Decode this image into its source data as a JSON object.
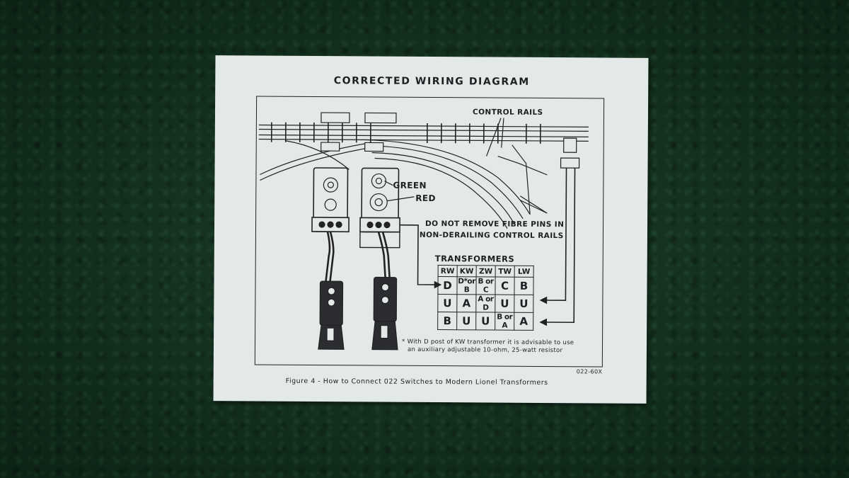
{
  "diagram": {
    "title": "CORRECTED WIRING DIAGRAM",
    "labels": {
      "control_rails": "CONTROL RAILS",
      "green": "GREEN",
      "red": "RED",
      "warning_line1": "DO NOT REMOVE FIBRE PINS IN",
      "warning_line2": "NON-DERAILING CONTROL RAILS"
    },
    "transformers": {
      "title": "TRANSFORMERS",
      "headers": [
        "RW",
        "KW",
        "ZW",
        "TW",
        "LW"
      ],
      "rows": [
        [
          "D",
          "D*or B",
          "B or C",
          "C",
          "B"
        ],
        [
          "U",
          "A",
          "A or D",
          "U",
          "U"
        ],
        [
          "B",
          "U",
          "U",
          "B or A",
          "A"
        ]
      ]
    },
    "note_line1": "* With D post of KW transformer it is advisable to use",
    "note_line2": "an auxiliary adjustable 10-ohm, 25-watt resistor",
    "caption": "Figure 4 - How to Connect 022 Switches to Modern Lionel Transformers",
    "code": "022-60X"
  },
  "colors": {
    "towel": "#12351f",
    "paper": "#e3e9e6",
    "ink": "#1d1f22"
  }
}
